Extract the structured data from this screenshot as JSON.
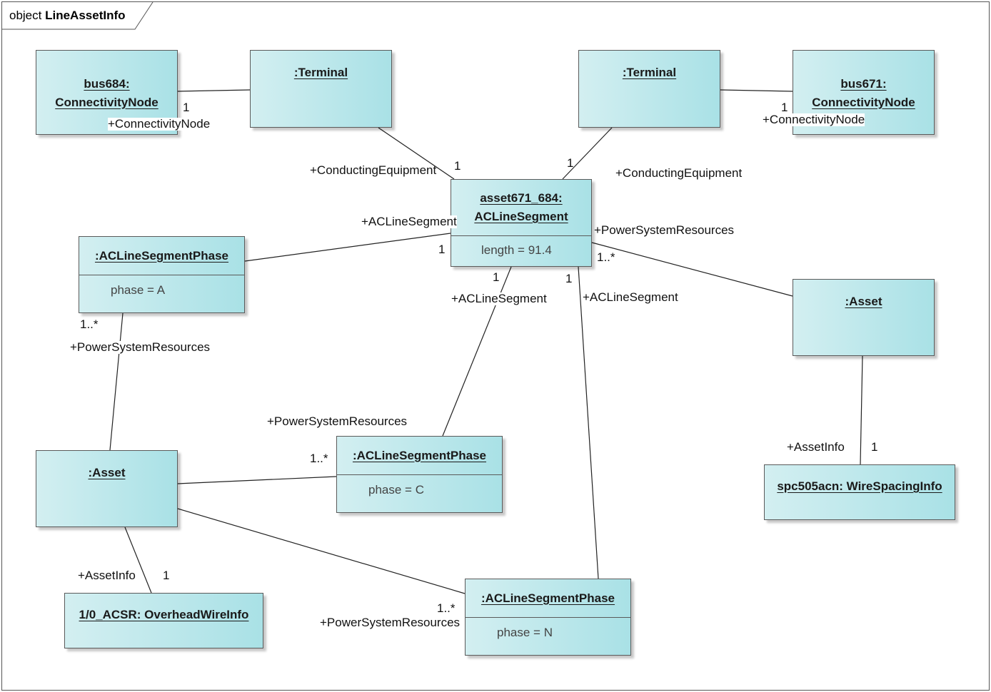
{
  "diagram": {
    "frame_keyword": "object",
    "frame_name": "LineAssetInfo"
  },
  "objects": {
    "bus684": {
      "line1": "bus684:",
      "line2": "ConnectivityNode"
    },
    "terminal_left": {
      "name": ":Terminal"
    },
    "terminal_right": {
      "name": ":Terminal"
    },
    "bus671": {
      "line1": "bus671:",
      "line2": "ConnectivityNode"
    },
    "segment": {
      "line1": "asset671_684:",
      "line2": "ACLineSegment",
      "attr": "length = 91.4"
    },
    "phase_a": {
      "name": ":ACLineSegmentPhase",
      "attr": "phase = A"
    },
    "asset_right": {
      "name": ":Asset"
    },
    "asset_left": {
      "name": ":Asset"
    },
    "phase_c": {
      "name": ":ACLineSegmentPhase",
      "attr": "phase = C"
    },
    "wirespacing": {
      "name": "spc505acn: WireSpacingInfo"
    },
    "overheadwire": {
      "name": "1/0_ACSR: OverheadWireInfo"
    },
    "phase_n": {
      "name": ":ACLineSegmentPhase",
      "attr": "phase = N"
    }
  },
  "labels": {
    "l1": "1",
    "l2": "+ConnectivityNode",
    "l3": "1",
    "l4": "+ConnectivityNode",
    "l5": "+ConductingEquipment",
    "l6": "1",
    "l7": "1",
    "l8": "+ConductingEquipment",
    "l9": "+ACLineSegment",
    "l10": "1",
    "l11": "+PowerSystemResources",
    "l12": "1..*",
    "l13": "1",
    "l14": "1",
    "l15": "+ACLineSegment",
    "l16": "+ACLineSegment",
    "l17": "1..*",
    "l18": "+PowerSystemResources",
    "l19": "+PowerSystemResources",
    "l20": "1..*",
    "l21": "+AssetInfo",
    "l22": "1",
    "l23": "+AssetInfo",
    "l24": "1",
    "l25": "1..*",
    "l26": "+PowerSystemResources"
  }
}
